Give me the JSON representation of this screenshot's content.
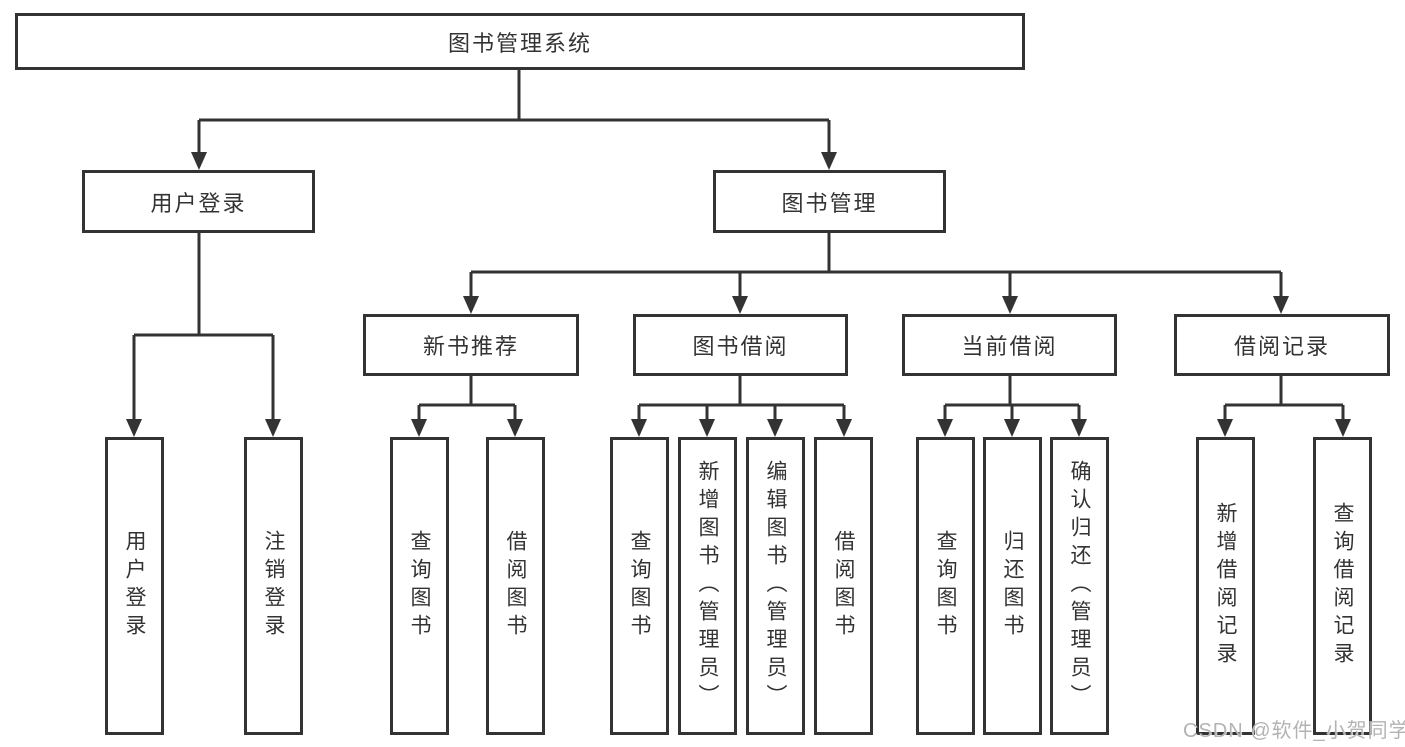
{
  "tree": {
    "root": {
      "label": "图书管理系统",
      "children": [
        {
          "label": "用户登录",
          "children": [
            {
              "label": "用户登录"
            },
            {
              "label": "注销登录"
            }
          ]
        },
        {
          "label": "图书管理",
          "children": [
            {
              "label": "新书推荐",
              "children": [
                {
                  "label": "查询图书"
                },
                {
                  "label": "借阅图书"
                }
              ]
            },
            {
              "label": "图书借阅",
              "children": [
                {
                  "label": "查询图书"
                },
                {
                  "label": "新增图书（管理员）"
                },
                {
                  "label": "编辑图书（管理员）"
                },
                {
                  "label": "借阅图书"
                }
              ]
            },
            {
              "label": "当前借阅",
              "children": [
                {
                  "label": "查询图书"
                },
                {
                  "label": "归还图书"
                },
                {
                  "label": "确认归还（管理员）"
                }
              ]
            },
            {
              "label": "借阅记录",
              "children": [
                {
                  "label": "新增借阅记录"
                },
                {
                  "label": "查询借阅记录"
                }
              ]
            }
          ]
        }
      ]
    }
  },
  "watermark": {
    "text": "CSDN @软件_小贺同学"
  },
  "colors": {
    "line": "#333333",
    "text": "#333333",
    "background": "#ffffff",
    "watermark": "#b3b3b3"
  }
}
